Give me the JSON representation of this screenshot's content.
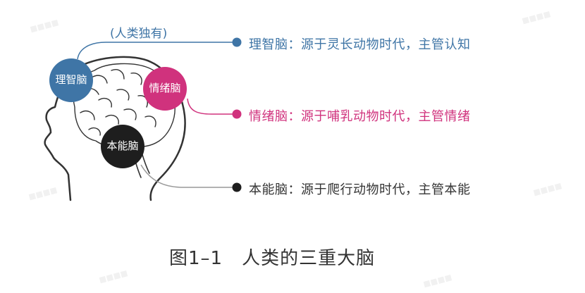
{
  "annotation": "(人类独有)",
  "layers": [
    {
      "node_label": "理智脑",
      "legend": "理智脑：源于灵长动物时代，主管认知",
      "color": "#3f75a6"
    },
    {
      "node_label": "情绪脑",
      "legend": "情绪脑：源于哺乳动物时代，主管情绪",
      "color": "#d0327d"
    },
    {
      "node_label": "本能脑",
      "legend": "本能脑：源于爬行动物时代，主管本能",
      "color": "#1e1e1e"
    }
  ],
  "caption": "图1–1　人类的三重大脑"
}
